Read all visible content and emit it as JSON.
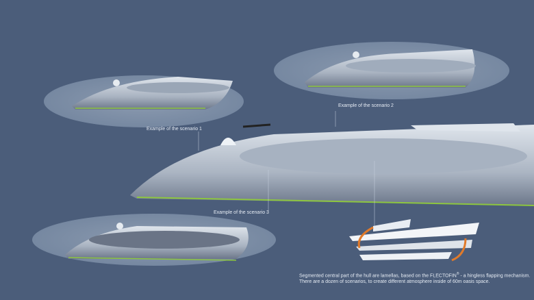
{
  "captions": {
    "scenario1": "Example of the scenario 1",
    "scenario2": "Example of the scenario 2",
    "scenario3": "Example of the scenario 3"
  },
  "description": {
    "line1_before": "Segmented central part of the hull are lamellas, based on the FLECTOFIN",
    "trademark": "®",
    "line1_after": " - a hingless flapping mechanism.",
    "line2": "There are a dozen of scenarios, to create different atmosphere inside of 60m oasis space."
  },
  "colors": {
    "background": "#4b5d7a",
    "hull": "#c9d1dc",
    "accent_green": "#8dc63f",
    "arrow": "#e07a2a"
  }
}
